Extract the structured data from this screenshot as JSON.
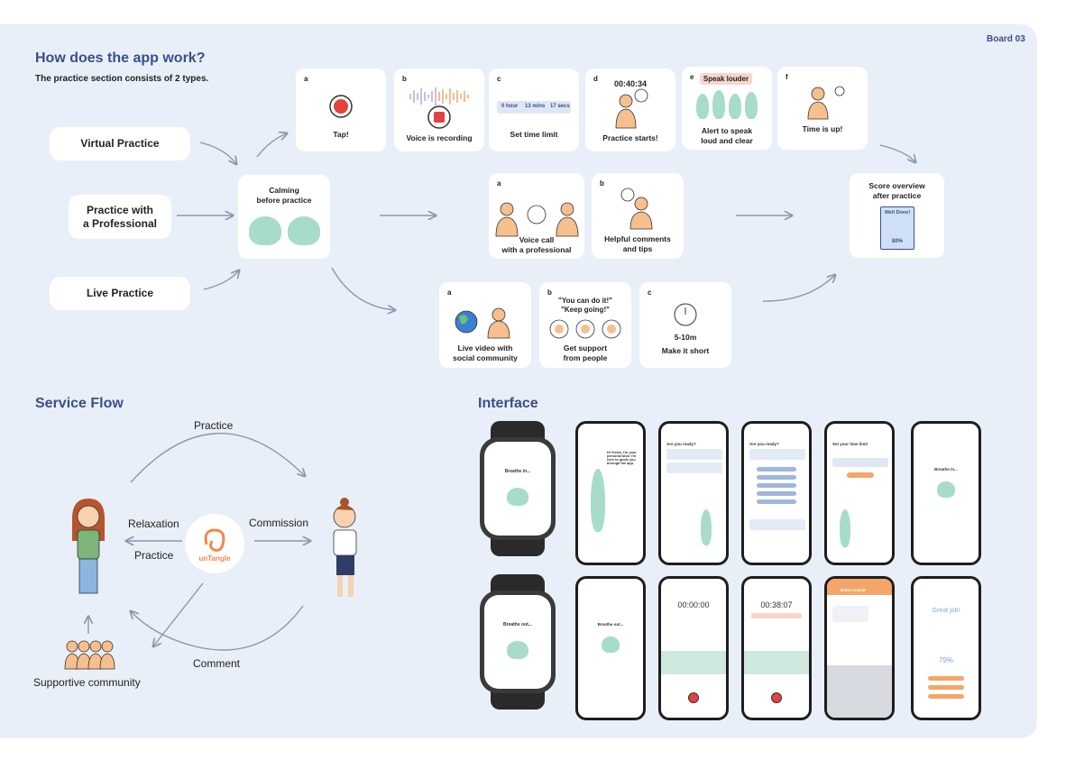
{
  "board": {
    "label": "Board 03"
  },
  "header": {
    "title": "How does the app work?",
    "subtitle": "The practice section consists of 2 types."
  },
  "types": [
    {
      "label": "Virtual Practice"
    },
    {
      "label": "Practice with\na Professional"
    },
    {
      "label": "Live Practice"
    }
  ],
  "calming": {
    "label": "Calming\nbefore practice"
  },
  "virtual_steps": [
    {
      "tag": "a",
      "label": "Tap!"
    },
    {
      "tag": "b",
      "label": "Voice is recording"
    },
    {
      "tag": "c",
      "label": "Set time limit",
      "picker": {
        "hour": "0 hour",
        "mins": "13 mins",
        "secs": "17 secs"
      }
    },
    {
      "tag": "d",
      "label": "Practice starts!",
      "timer": "00:40:34"
    },
    {
      "tag": "e",
      "label": "Alert to speak\nloud and clear",
      "alert": "Speak louder"
    },
    {
      "tag": "f",
      "label": "Time is up!"
    }
  ],
  "pro_steps": [
    {
      "tag": "a",
      "label": "Voice call\nwith a professional"
    },
    {
      "tag": "b",
      "label": "Helpful comments\nand tips"
    }
  ],
  "live_steps": [
    {
      "tag": "a",
      "label": "Live video with\nsocial community"
    },
    {
      "tag": "b",
      "label": "Get support\nfrom people",
      "quote": "\"You can do it!\"\n\"Keep going!\""
    },
    {
      "tag": "c",
      "label": "Make it short",
      "duration": "5-10m"
    }
  ],
  "score": {
    "label": "Score overview\nafter practice",
    "sheet_title": "Well Done!",
    "sheet_value": "80%"
  },
  "service_flow": {
    "title": "Service Flow",
    "practice_top": "Practice",
    "relaxation": "Relaxation",
    "practice_mid": "Practice",
    "commission": "Commission",
    "comment": "Comment",
    "community": "Supportive community",
    "logo_text": "unTangle"
  },
  "interface": {
    "title": "Interface",
    "watch_top": "Breathe in...",
    "watch_bottom": "Breathe out...",
    "phones_top": [
      {
        "text": "Hi Vivian, I'm your personal blob. I'm here to guide you through the app."
      },
      {
        "text": "Are you ready?"
      },
      {
        "text": "Are you ready?"
      },
      {
        "text": "Set your time limit"
      },
      {
        "text": "Breathe in..."
      }
    ],
    "phones_bottom": [
      {
        "text": "Breathe out..."
      },
      {
        "text": "00:00:00"
      },
      {
        "text": "00:38:07"
      },
      {
        "text": "Simon Kumar"
      },
      {
        "text": "Great job!",
        "score": "79%"
      }
    ]
  },
  "colors": {
    "accent": "#3a4e8c",
    "board_bg": "#e9eff8",
    "blob": "#a7dcc9",
    "record": "#e4413f",
    "orange": "#f3a56a"
  }
}
